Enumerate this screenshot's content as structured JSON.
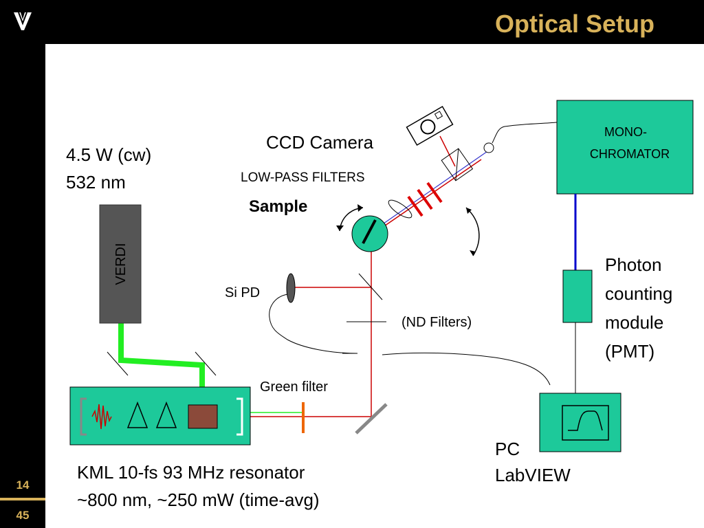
{
  "slide": {
    "title": "Optical Setup",
    "page_current": "14",
    "page_total": "45"
  },
  "labels": {
    "laser_power": "4.5 W (cw)",
    "laser_wavelength": "532 nm",
    "verdi": "VERDI",
    "ccd_camera": "CCD Camera",
    "low_pass_filters": "LOW-PASS FILTERS",
    "sample": "Sample",
    "monochromator_line1": "MONO-",
    "monochromator_line2": "CHROMATOR",
    "pmt_line1": "Photon",
    "pmt_line2": "counting",
    "pmt_line3": "module",
    "pmt_line4": "(PMT)",
    "si_pd": "Si PD",
    "nd_filters": "(ND Filters)",
    "green_filter": "Green filter",
    "pc_line1": "PC",
    "pc_line2": "LabVIEW",
    "resonator_line1": "KML 10-fs 93 MHz resonator",
    "resonator_line2": "~800 nm, ~250 mW (time-avg)"
  },
  "colors": {
    "accent_title": "#d8b25a",
    "component_green": "#1dc99a",
    "verdi_gray": "#555555",
    "pump_green": "#22ee22",
    "beam_red": "#cc0000",
    "filter_red": "#dd0000",
    "green_filter_orange": "#ee6600",
    "signal_blue": "#0000cc",
    "crystal_brown": "#8b4a3a"
  }
}
